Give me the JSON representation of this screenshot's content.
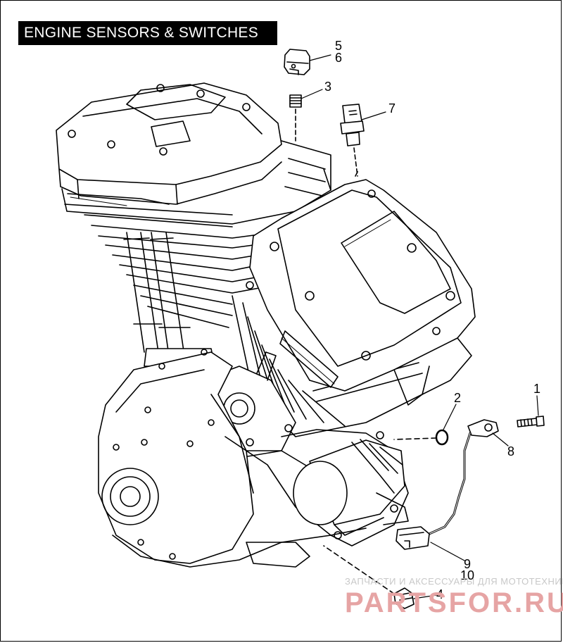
{
  "title": "ENGINE SENSORS & SWITCHES",
  "callouts": {
    "c1": "1",
    "c2": "2",
    "c3": "3",
    "c4": "4",
    "c5": "5",
    "c6": "6",
    "c7": "7",
    "c8": "8",
    "c9": "9",
    "c10": "10"
  },
  "watermark": {
    "caption": "ЗАПЧАСТИ И АКСЕССУАРЫ ДЛЯ МОТОТЕХНИКИ",
    "logo": "PARTSFOR.RU"
  },
  "colors": {
    "line": "#000000",
    "title_bg": "#000000",
    "title_fg": "#ffffff",
    "watermark_logo": "#e6a4a4",
    "watermark_caption": "#c8c8c8"
  }
}
